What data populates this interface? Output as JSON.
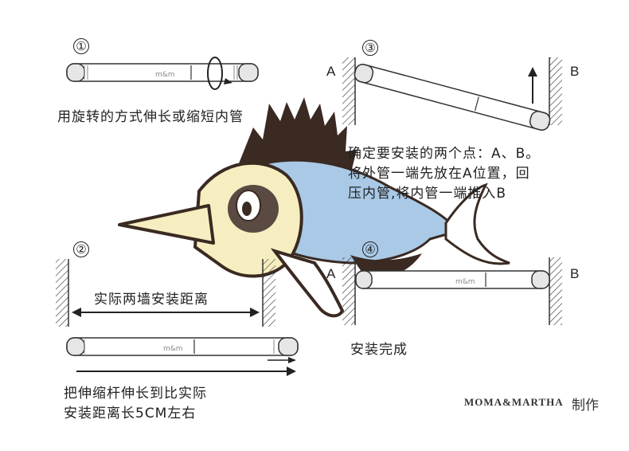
{
  "steps": {
    "s1": {
      "num": "①",
      "caption": "用旋转的方式伸长或缩短内管"
    },
    "s2": {
      "num": "②",
      "distance_label": "实际两墙安装距离",
      "caption_line1": "把伸缩杆伸长到比实际",
      "caption_line2": "安装距离长5CM左右"
    },
    "s3": {
      "num": "③",
      "label_a": "A",
      "label_b": "B",
      "caption_line1": "确定要安装的两个点：A、B。",
      "caption_line2": "将外管一端先放在A位置，回",
      "caption_line3": "压内管,将内管一端推入B"
    },
    "s4": {
      "num": "④",
      "label_a": "A",
      "label_b": "B",
      "caption": "安装完成"
    }
  },
  "rod_logo": "m&m",
  "brand": {
    "name": "MOMA&MARTHA",
    "made_by": "制作"
  },
  "colors": {
    "fish_body": "#a9c9e6",
    "fish_face": "#f6eec0",
    "fish_dark": "#3a2a22",
    "line": "#222222"
  }
}
